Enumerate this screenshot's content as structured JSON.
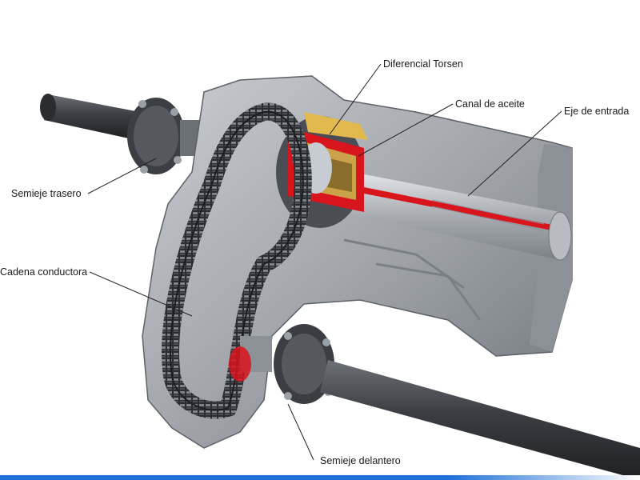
{
  "labels": {
    "diferencial_torsen": "Diferencial Torsen",
    "canal_de_aceite": "Canal de aceite",
    "eje_de_entrada": "Eje de entrada",
    "semieje_trasero": "Semieje trasero",
    "cadena_conductora": "Cadena conductora",
    "semieje_delantero": "Semieje delantero"
  },
  "colors": {
    "housing": "#a9adb3",
    "housing_dark": "#6f747b",
    "shaft": "#3a3d42",
    "cutaway_red": "#d8141c",
    "gear_gold": "#c9a24a",
    "chain": "#2b2d31",
    "leader_line": "#222222",
    "bottom_bar": "#1e6fd8"
  }
}
